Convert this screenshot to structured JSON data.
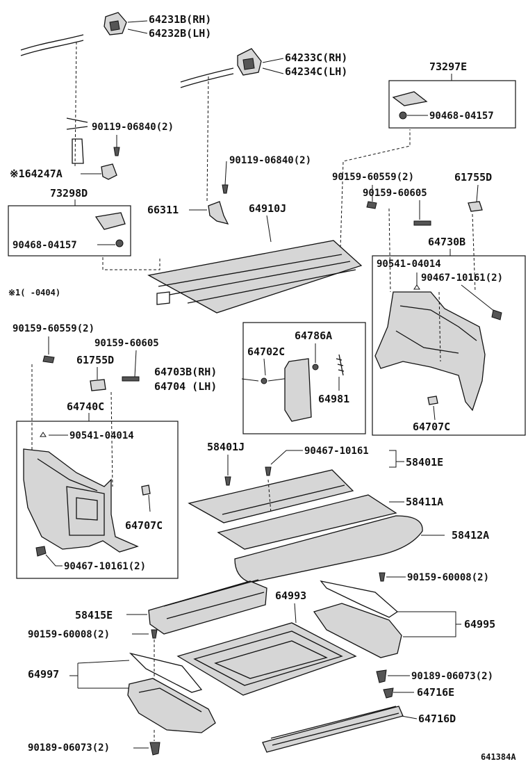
{
  "labels": {
    "p64231B": "64231B(RH)",
    "p64232B": "64232B(LH)",
    "p64233C": "64233C(RH)",
    "p64234C": "64234C(LH)",
    "p73297E": "73297E",
    "p90468_r": "90468-04157",
    "p90119_a": "90119-06840(2)",
    "p90119_b": "90119-06840(2)",
    "p64247A": "※164247A",
    "p73298D": "73298D",
    "p90468_l": "90468-04157",
    "p66311": "66311",
    "p64910J": "64910J",
    "p90159_60559_r": "90159-60559(2)",
    "p61755D_r": "61755D",
    "p90159_60605_r": "90159-60605",
    "p64730B": "64730B",
    "p90541_r": "90541-04014",
    "p90467_r": "90467-10161(2)",
    "note1": "※1(   -0404)",
    "p90159_60559_l": "90159-60559(2)",
    "p90159_60605_l": "90159-60605",
    "p61755D_l": "61755D",
    "p64786A": "64786A",
    "p64702C": "64702C",
    "p64703B": "64703B(RH)",
    "p64704": "64704 (LH)",
    "p64981": "64981",
    "p64707C_r": "64707C",
    "p64740C": "64740C",
    "p90541_l": "90541-04014",
    "p64707C_l": "64707C",
    "p90467_l": "90467-10161(2)",
    "p58401J": "58401J",
    "p90467_c": "90467-10161",
    "p58401E": "58401E",
    "p58411A": "58411A",
    "p58412A": "58412A",
    "p90159_60008_r": "90159-60008(2)",
    "p64993": "64993",
    "p58415E": "58415E",
    "p64995": "64995",
    "p90159_60008_l": "90159-60008(2)",
    "p64997": "64997",
    "p90189_r": "90189-06073(2)",
    "p64716E": "64716E",
    "p64716D": "64716D",
    "p90189_l": "90189-06073(2)",
    "figure_id": "641384A"
  }
}
